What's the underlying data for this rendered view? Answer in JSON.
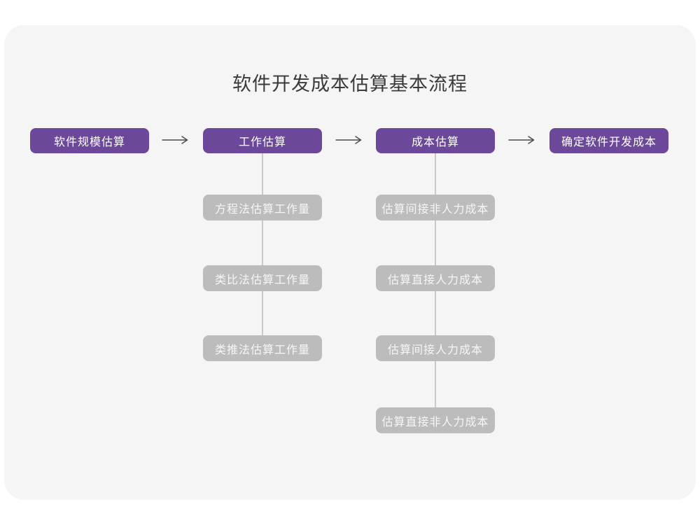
{
  "title": "软件开发成本估算基本流程",
  "flow": {
    "stages": [
      {
        "label": "软件规模估算",
        "substeps": []
      },
      {
        "label": "工作估算",
        "substeps": [
          "方程法估算工作量",
          "类比法估算工作量",
          "类推法估算工作量"
        ]
      },
      {
        "label": "成本估算",
        "substeps": [
          "估算间接非人力成本",
          "估算直接人力成本",
          "估算间接人力成本",
          "估算直接非人力成本"
        ]
      },
      {
        "label": "确定软件开发成本",
        "substeps": []
      }
    ],
    "arrow_glyph": "→"
  },
  "colors": {
    "page_bg": "#ffffff",
    "card_bg": "#f5f5f6",
    "title_color": "#3a3a3a",
    "stage_bg": "#6b4899",
    "stage_text": "#ffffff",
    "substep_bg": "#bcbcbc",
    "substep_text": "#f6f6f6",
    "connector": "#c9c9c9",
    "arrow": "#4a4a4a"
  }
}
